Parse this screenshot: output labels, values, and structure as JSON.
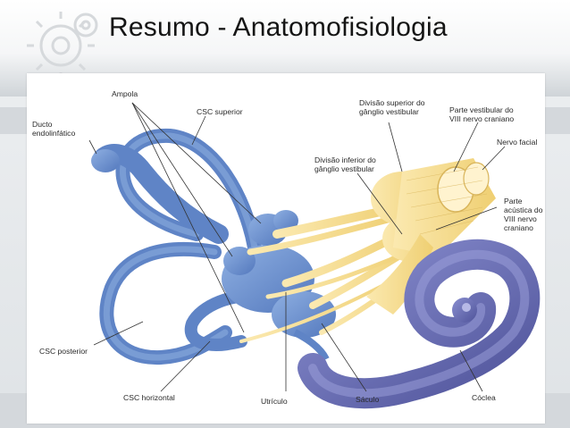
{
  "slide": {
    "title": "Resumo - Anatomofisiologia"
  },
  "diagram": {
    "labels": {
      "ampola": "Ampola",
      "csc_superior": "CSC superior",
      "ducto_1": "Ducto",
      "ducto_2": "endolinfático",
      "div_sup_1": "Divisão superior do",
      "div_sup_2": "gânglio vestibular",
      "parte_vest_1": "Parte vestibular do",
      "parte_vest_2": "VIII nervo craniano",
      "nervo_facial": "Nervo facial",
      "div_inf_1": "Divisão inferior do",
      "div_inf_2": "gânglio vestibular",
      "parte_ac_1": "Parte",
      "parte_ac_2": "acústica do",
      "parte_ac_3": "VIII nervo",
      "parte_ac_4": "craniano",
      "csc_posterior": "CSC posterior",
      "csc_horizontal": "CSC horizontal",
      "utriculo": "Utrículo",
      "saculo": "Sáculo",
      "coclea": "Cóclea"
    },
    "colors": {
      "labyrinth": "#6f93d0",
      "labyrinth_dark": "#4d72b6",
      "cochlea": "#6f74b8",
      "nerve": "#f3d98a",
      "nerve_dark": "#d8b45a"
    }
  }
}
